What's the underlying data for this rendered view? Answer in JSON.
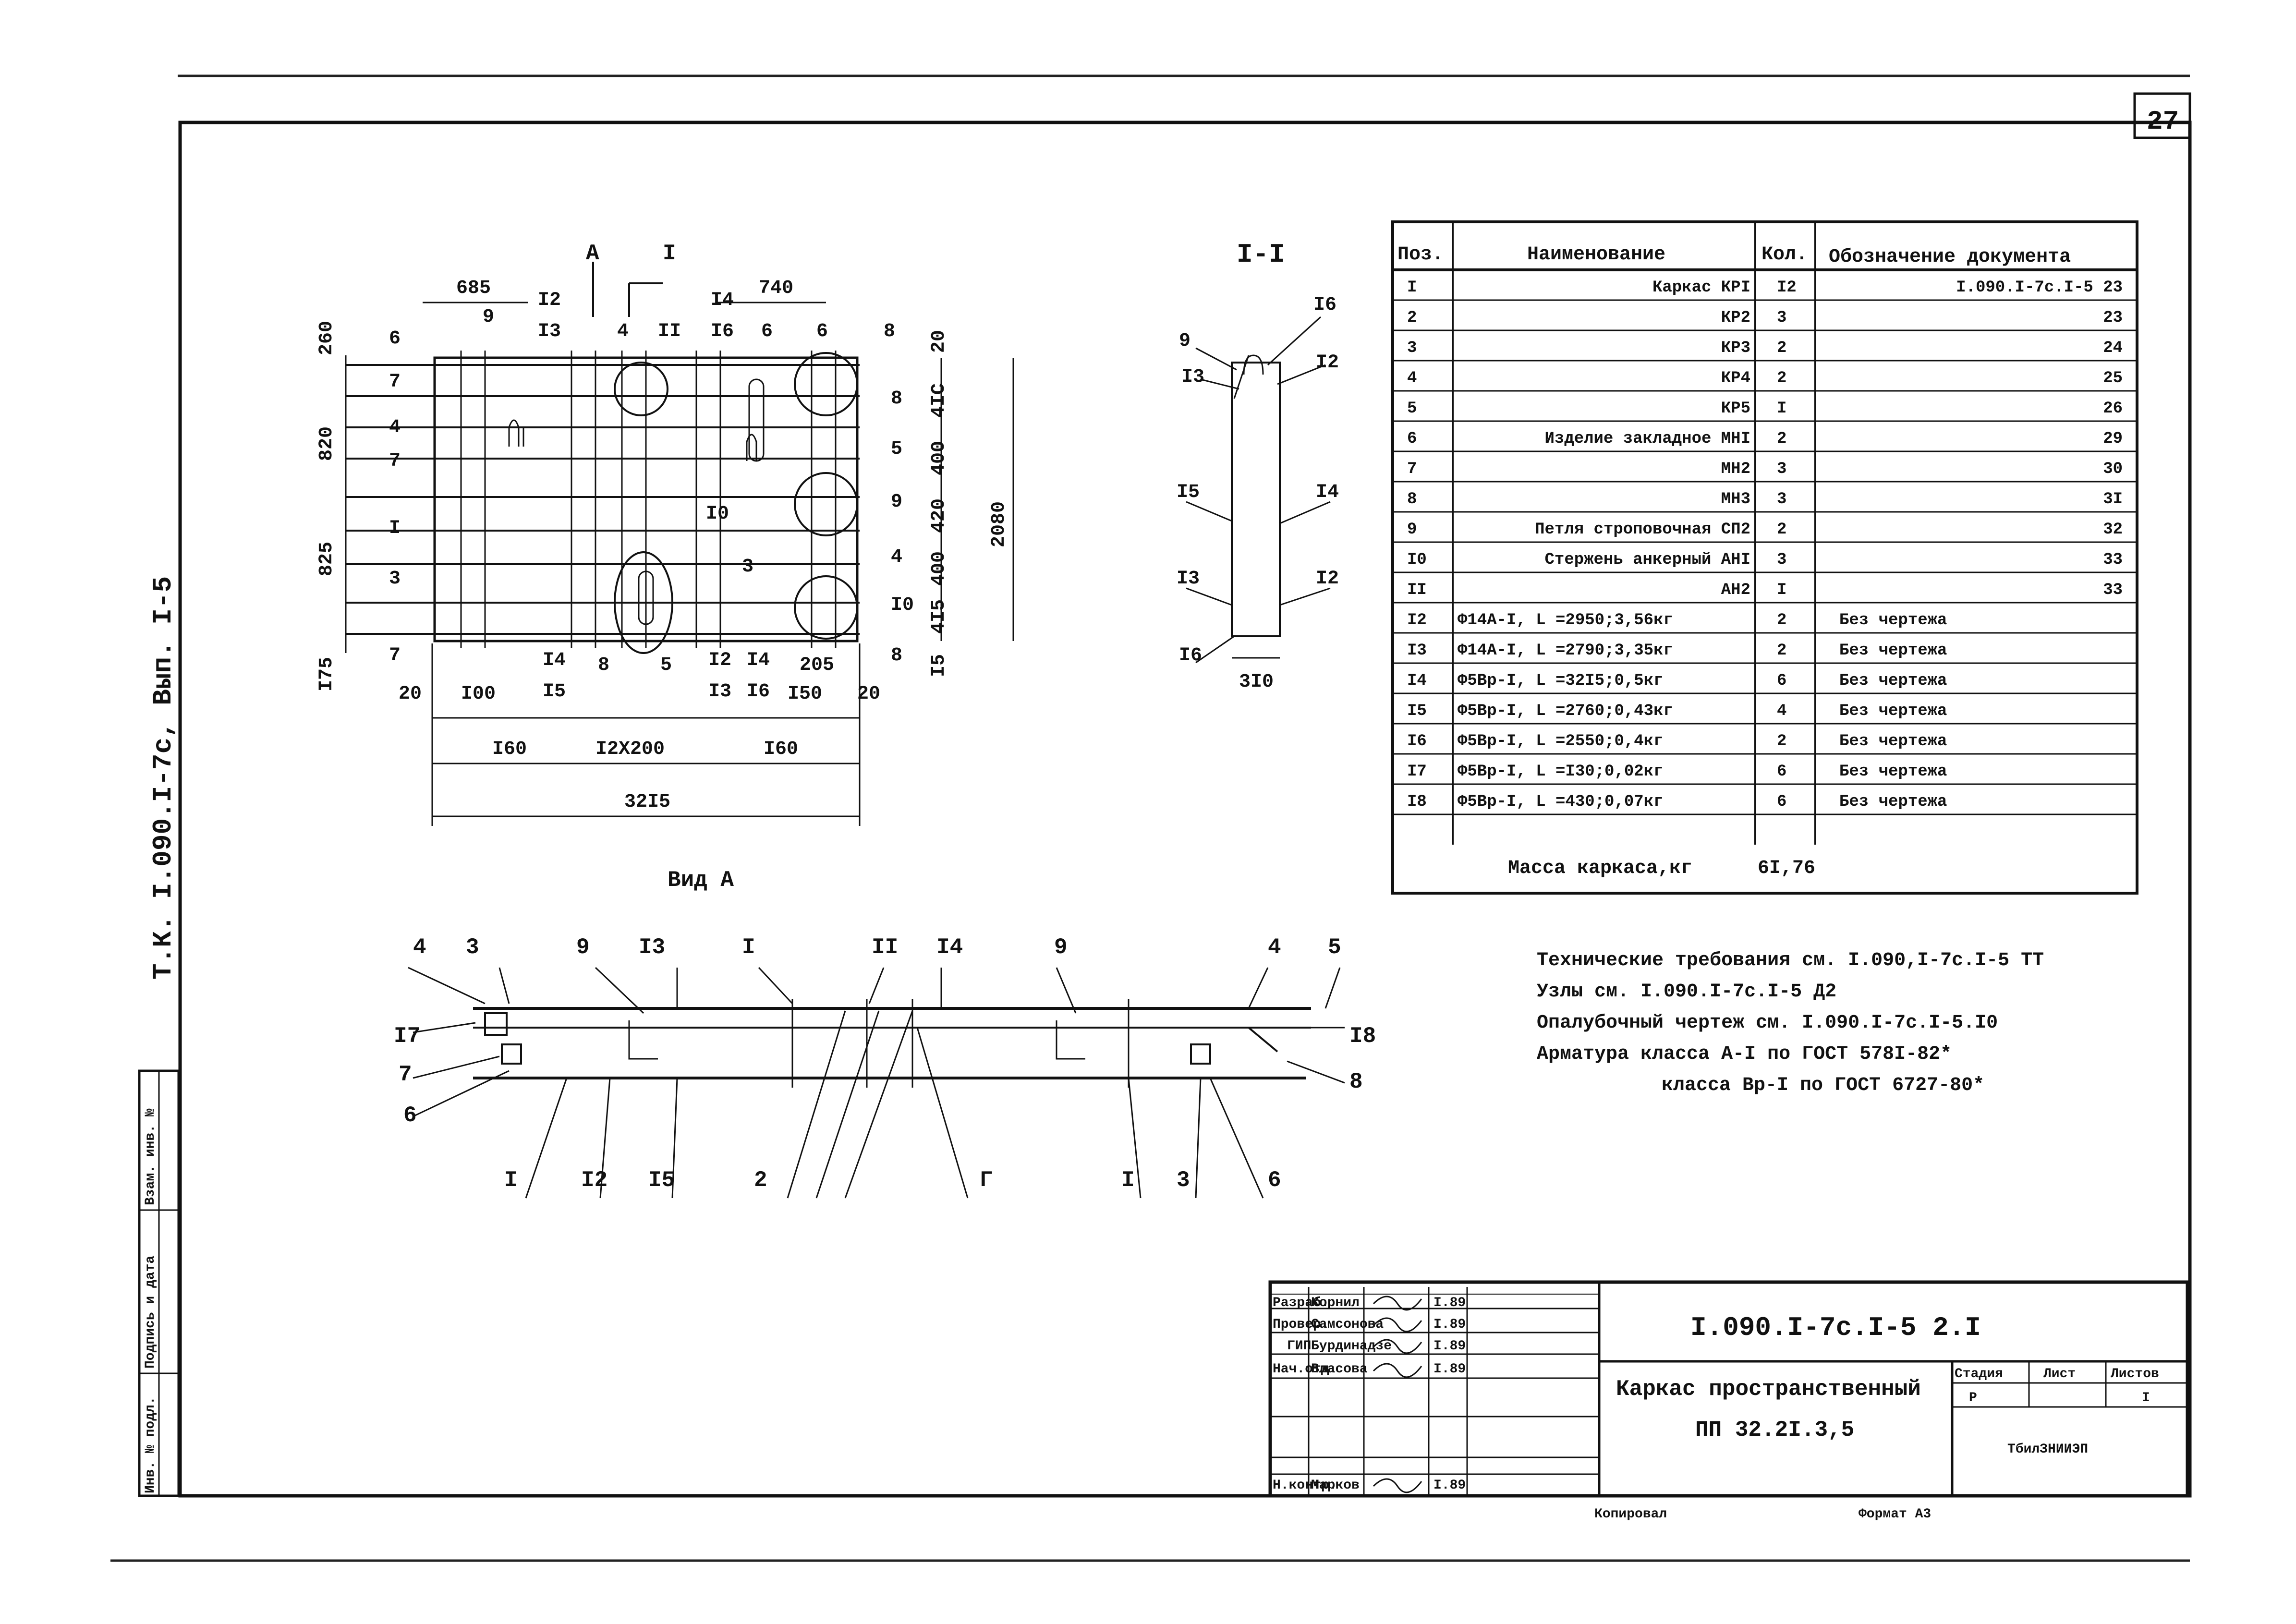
{
  "page": {
    "sheet_number": "27",
    "side_label": "Т.К. I.090.I-7с, Вып. I-5",
    "format_note": "Формат А3",
    "copied_note": "Копировал"
  },
  "side_stamp": {
    "cells": [
      "Инв. № подл.",
      "Подпись и дата",
      "Взам. инв. №"
    ]
  },
  "plan_view": {
    "marks": [
      "А",
      "I",
      "I-I"
    ],
    "dims_top": [
      "685",
      "740"
    ],
    "pos_labels_top": [
      "I2",
      "I3",
      "I4",
      "I6",
      "9",
      "4",
      "II",
      "6",
      "6",
      "8"
    ],
    "dims_left": [
      "260",
      "820",
      "825",
      "I75"
    ],
    "pos_labels_left": [
      "6",
      "7",
      "4",
      "7",
      "I",
      "3",
      "7"
    ],
    "dims_right": [
      "20",
      "4IC",
      "400",
      "420",
      "400",
      "4I5",
      "I5"
    ],
    "dim_overall_height": "2080",
    "pos_labels_inner": [
      "8",
      "5",
      "I0",
      "9",
      "3",
      "4",
      "I0",
      "8"
    ],
    "pos_labels_bottom": [
      "I4",
      "I5",
      "8",
      "5",
      "I2",
      "I3",
      "I4",
      "I6"
    ],
    "dims_bottom_row1": [
      "20",
      "I00",
      "205",
      "I50",
      "20"
    ],
    "dims_bottom_row2": [
      "I60",
      "I2X200",
      "I60"
    ],
    "dim_overall_length": "32I5"
  },
  "section_view": {
    "title": "I-I",
    "labels": [
      "9",
      "I6",
      "I3",
      "I2",
      "I5",
      "I4",
      "I3",
      "I2",
      "I6"
    ],
    "width_dim": "3I0"
  },
  "view_a": {
    "title": "Вид А",
    "top_labels": [
      "4",
      "3",
      "9",
      "I3",
      "I",
      "II",
      "I4",
      "9",
      "4",
      "5"
    ],
    "side_labels": [
      "I7",
      "7",
      "6",
      "I8",
      "8"
    ],
    "bottom_labels": [
      "I",
      "I2",
      "I5",
      "2",
      "Г",
      "I",
      "3",
      "6"
    ]
  },
  "spec_table": {
    "headers": [
      "Поз.",
      "Наименование",
      "Кол.",
      "Обозначение документа"
    ],
    "rows": [
      [
        "I",
        "Каркас КРI",
        "I2",
        "I.090.I-7с.I-5 23"
      ],
      [
        "2",
        "КР2",
        "3",
        "23"
      ],
      [
        "3",
        "КР3",
        "2",
        "24"
      ],
      [
        "4",
        "КР4",
        "2",
        "25"
      ],
      [
        "5",
        "КР5",
        "I",
        "26"
      ],
      [
        "6",
        "Изделие закладное МНI",
        "2",
        "29"
      ],
      [
        "7",
        "МН2",
        "3",
        "30"
      ],
      [
        "8",
        "МН3",
        "3",
        "3I"
      ],
      [
        "9",
        "Петля строповочная СП2",
        "2",
        "32"
      ],
      [
        "I0",
        "Стержень анкерный АНI",
        "3",
        "33"
      ],
      [
        "II",
        "АН2",
        "I",
        "33"
      ],
      [
        "I2",
        "Ф14А-I, L =2950;3,56кг",
        "2",
        "Без чертежа"
      ],
      [
        "I3",
        "Ф14А-I, L =2790;3,35кг",
        "2",
        "Без чертежа"
      ],
      [
        "I4",
        "Ф5Вр-I, L =32I5;0,5кг",
        "6",
        "Без чертежа"
      ],
      [
        "I5",
        "Ф5Вр-I, L =2760;0,43кг",
        "4",
        "Без чертежа"
      ],
      [
        "I6",
        "Ф5Вр-I, L =2550;0,4кг",
        "2",
        "Без чертежа"
      ],
      [
        "I7",
        "Ф5Вр-I, L =I30;0,02кг",
        "6",
        "Без чертежа"
      ],
      [
        "I8",
        "Ф5Вр-I, L =430;0,07кг",
        "6",
        "Без чертежа"
      ]
    ],
    "mass_label": "Масса каркаса,кг",
    "mass_value": "6I,76"
  },
  "notes": [
    "Технические требования см. I.090,I-7с.I-5 ТТ",
    "Узлы см.  I.090.I-7с.I-5 Д2",
    "Опалубочный чертеж см. I.090.I-7с.I-5.I0",
    "Арматура класса А-I по ГОСТ 578I-82*",
    "класса Вр-I по ГОСТ 6727-80*"
  ],
  "title_block": {
    "roles": [
      "Разраб.",
      "Провер.",
      "ГИП",
      "Нач.отд.",
      "",
      "",
      "Н.контр."
    ],
    "names": [
      "Корнил",
      "Самсонова",
      "Бурдинадзе",
      "Власова",
      "",
      "",
      "Марков"
    ],
    "dates": [
      "I.89",
      "I.89",
      "I.89",
      "I.89",
      "",
      "",
      "I.89"
    ],
    "code": "I.090.I-7с.I-5 2.I",
    "name_line1": "Каркас пространственный",
    "name_line2": "ПП 32.2I.3,5",
    "stage_header": "Стадия",
    "sheet_header": "Лист",
    "sheets_header": "Листов",
    "stage_value": "Р",
    "sheet_value": "",
    "sheets_value": "I",
    "organization": "ТбилЗНИИЭП"
  }
}
